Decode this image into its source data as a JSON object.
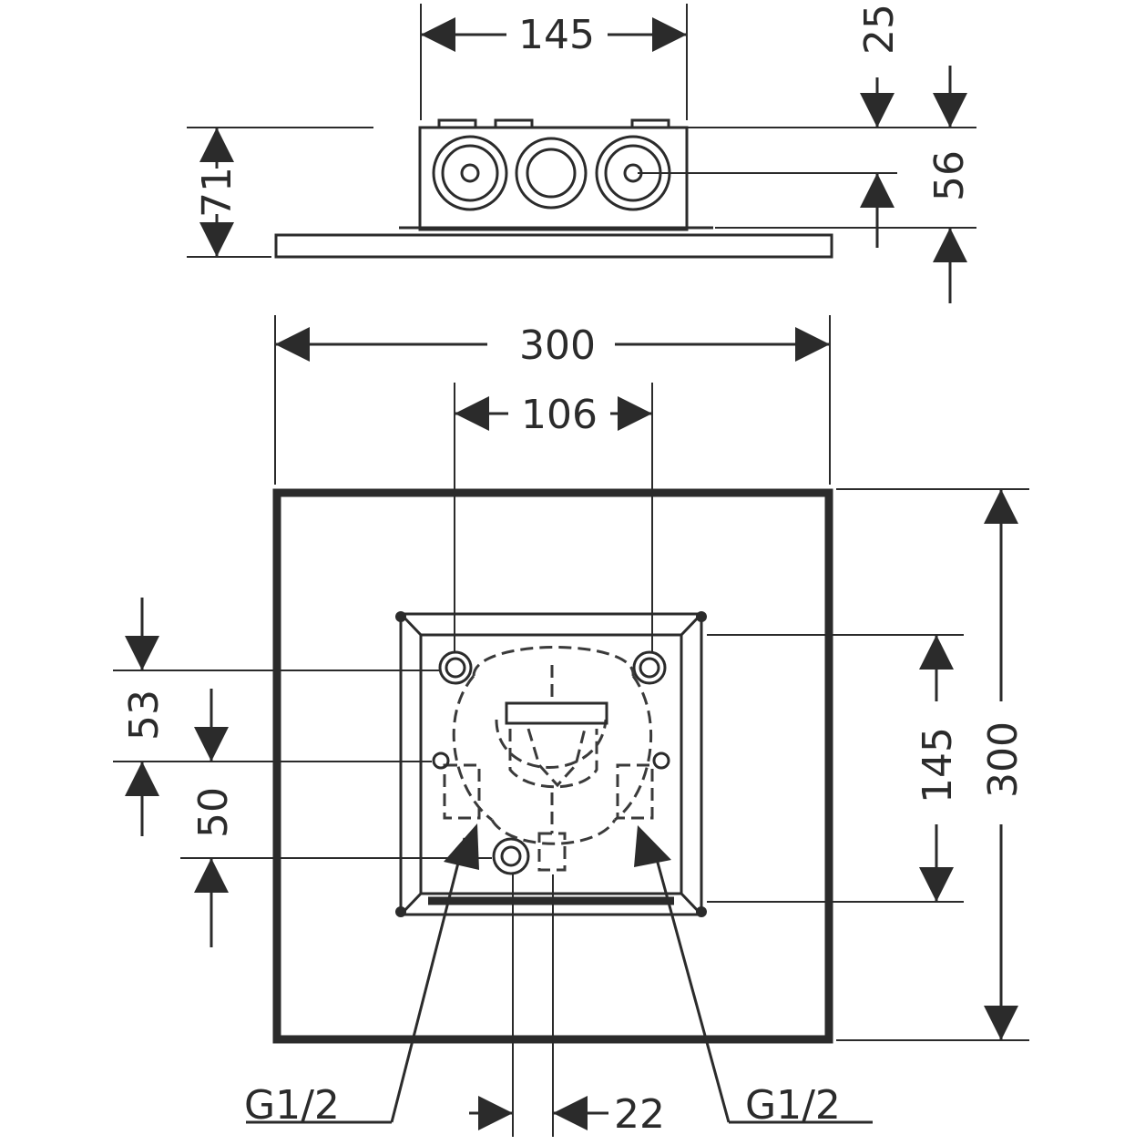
{
  "colors": {
    "line": "#2b2b2b",
    "background": "#ffffff"
  },
  "top_view": {
    "width_145": "145",
    "height_71": "71",
    "offset_25": "25",
    "offset_56": "56"
  },
  "plan_view": {
    "width_300": "300",
    "spacing_106": "106",
    "height_300": "300",
    "height_145": "145",
    "offset_53": "53",
    "offset_50": "50",
    "offset_22": "22",
    "thread_left": "G1/2",
    "thread_right": "G1/2"
  }
}
